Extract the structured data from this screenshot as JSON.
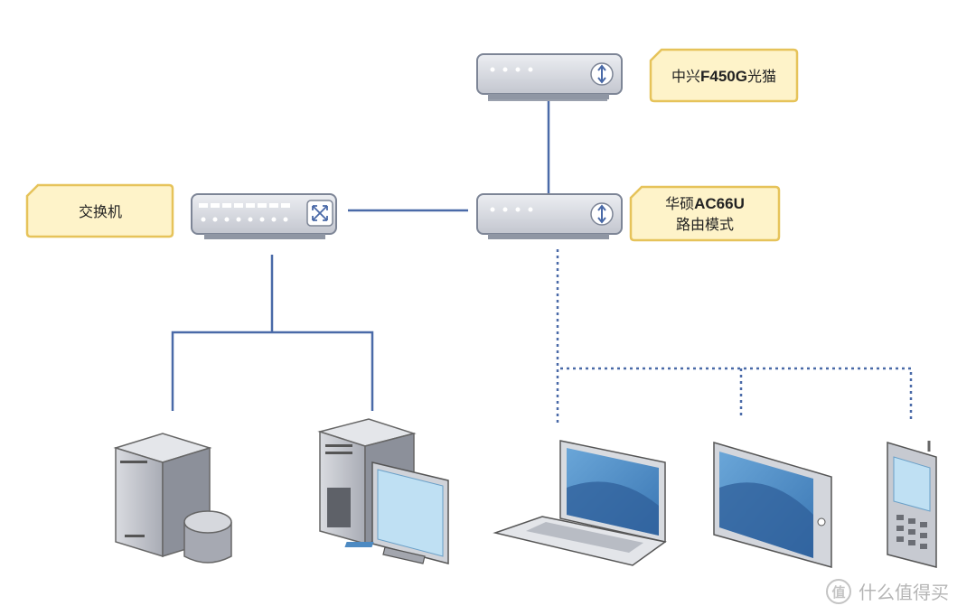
{
  "labels": {
    "modem": {
      "prefix": "中兴",
      "model": "F450G",
      "suffix": "光猫"
    },
    "router": {
      "prefix": "华硕",
      "model": "AC66U",
      "line2": "路由模式"
    },
    "switch": {
      "text": "交换机"
    }
  },
  "watermark": {
    "text": "什么值得买"
  },
  "colors": {
    "callout_fill": "#fef3c9",
    "callout_border": "#e6c35a",
    "wired_link": "#4a6aa8",
    "wireless_link": "#4a6aa8",
    "device_gray": "#c9cbd2",
    "screen_blue": "#4d8ac2"
  },
  "devices": [
    "modem",
    "router",
    "switch",
    "server",
    "desktop-computer",
    "laptop",
    "tablet",
    "mobile-phone"
  ]
}
